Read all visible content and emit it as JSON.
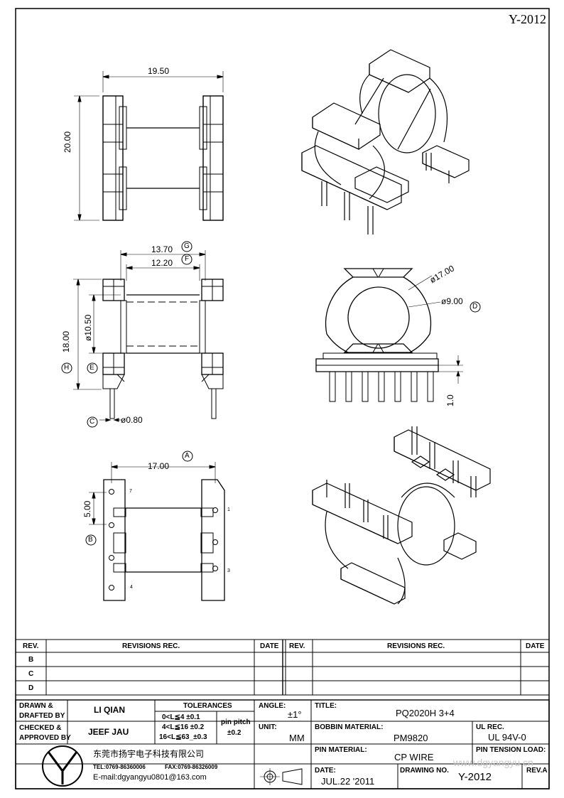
{
  "drawing_id": "Y-2012",
  "dimensions": {
    "top_width": "19.50",
    "top_height": "20.00",
    "mid_outer_width": "13.70",
    "mid_inner_width": "12.20",
    "mid_height": "18.00",
    "mid_diameter": "ø10.50",
    "pin_diameter": "ø0.80",
    "bottom_width": "17.00",
    "bottom_pitch": "5.00",
    "side_outer_diameter": "ø17.00",
    "side_inner_diameter": "ø9.00",
    "side_pin_height": "1.0"
  },
  "markers": {
    "G": "G",
    "F": "F",
    "H": "H",
    "E": "E",
    "C": "C",
    "D": "D",
    "A": "A",
    "B": "B"
  },
  "pin_numbers": {
    "p7": "7",
    "p1": "1",
    "p3": "3",
    "p4": "4"
  },
  "revisions": {
    "header_rev": "REV.",
    "header_revisions": "REVISIONS    REC.",
    "header_date": "DATE",
    "rows": [
      "B",
      "C",
      "D"
    ]
  },
  "title_block": {
    "drawn_label_1": "DRAWN  &",
    "drawn_label_2": "DRAFTED  BY",
    "drawn_value": "LI QIAN",
    "checked_label_1": "CHECKED  &",
    "checked_label_2": "APPROVED  BY",
    "checked_value": "JEEF JAU",
    "tolerances_label": "TOLERANCES",
    "tol_1": "0<L≦4     ±0.1",
    "tol_2": "4<L≦16   ±0.2",
    "tol_3": "16<L≦63_±0.3",
    "pin_pitch_label": "pin  pitch",
    "pin_pitch_value": "±0.2",
    "angle_label": "ANGLE:",
    "angle_value": "±1°",
    "unit_label": "UNIT:",
    "unit_value": "MM",
    "title_label": "TITLE:",
    "title_value": "PQ2020H  3+4",
    "bobbin_label": "BOBBIN  MATERIAL:",
    "bobbin_value": "PM9820",
    "ul_label": "UL  REC.",
    "ul_value": "UL  94V-0",
    "pin_material_label": "PIN  MATERIAL:",
    "pin_material_value": "CP  WIRE",
    "pin_tension_label": "PIN  TENSION  LOAD:",
    "date_label": "DATE:",
    "date_value": "JUL.22  '2011",
    "drawing_no_label": "DRAWING  NO.",
    "drawing_no_value": "Y-2012",
    "rev_label": "REV.A",
    "company_name": "东莞市扬宇电子科技有限公司",
    "company_tel": "TEL:0769-86360006",
    "company_fax": "FAX:0769-86326009",
    "company_email": "E-mail:dgyangyu0801@163.com",
    "watermark": "www.dgyangyu.cn"
  }
}
